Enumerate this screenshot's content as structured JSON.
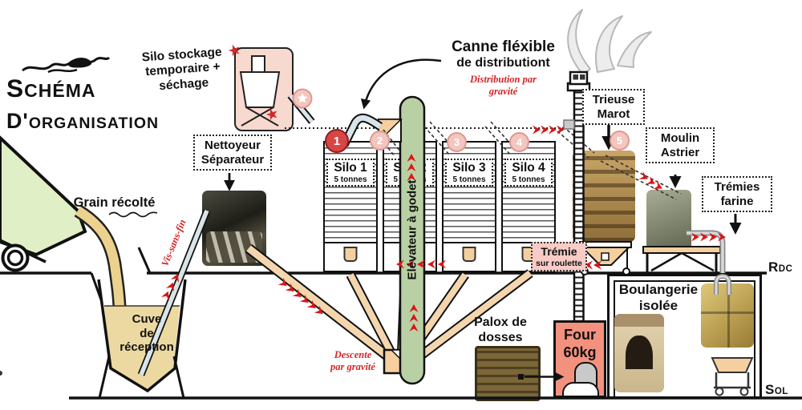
{
  "title": {
    "line1": "SCHÉMA",
    "line2": "D'ORGANISATION"
  },
  "left": {
    "temp_silo": "Silo stockage\ntemporaire +\nséchage",
    "cleaner": "Nettoyeur\nSéparateur",
    "grain_harvested": "Grain récolté",
    "screw": "Vis-sans-fin",
    "tank": "Cuve\nde\nréception"
  },
  "distribution": {
    "cane_line1": "Canne fléxible",
    "cane_line2": "de distributiont",
    "gravity_note": "Distribution par\ngravité",
    "elevator": "Elévateur à godet",
    "descent_note": "Descente\npar gravité"
  },
  "silos": [
    {
      "name": "Silo 1",
      "capacity": "5 tonnes"
    },
    {
      "name": "Silo 2",
      "capacity": "5 tonnes"
    },
    {
      "name": "Silo 3",
      "capacity": "5 tonnes"
    },
    {
      "name": "Silo 4",
      "capacity": "5 tonnes"
    }
  ],
  "steps": [
    "1",
    "2",
    "3",
    "4",
    "5"
  ],
  "right": {
    "sorter": "Trieuse\nMarot",
    "mill": "Moulin\nAstrier",
    "flour_hoppers": "Trémies\nfarine",
    "wheeled_hopper_line1": "Trémie",
    "wheeled_hopper_line2": "sur roulette",
    "bakery": "Boulangerie\nisolée",
    "oven": "Four\n60kg",
    "palox": "Palox de\ndosses"
  },
  "floors": {
    "rdc": "RDC",
    "sol": "SOL"
  },
  "icons": {
    "star": "★"
  },
  "colors": {
    "accent_red": "#d42424",
    "card_pink": "#f8d9cf",
    "elevator_green": "#b9d0a4",
    "oven_salmon": "#f2917e",
    "pipe_tan": "#f4d6ae",
    "grain_tan": "#ecd28e",
    "trailer_green": "#e1efc6",
    "label_pink": "#f7cbc6"
  }
}
